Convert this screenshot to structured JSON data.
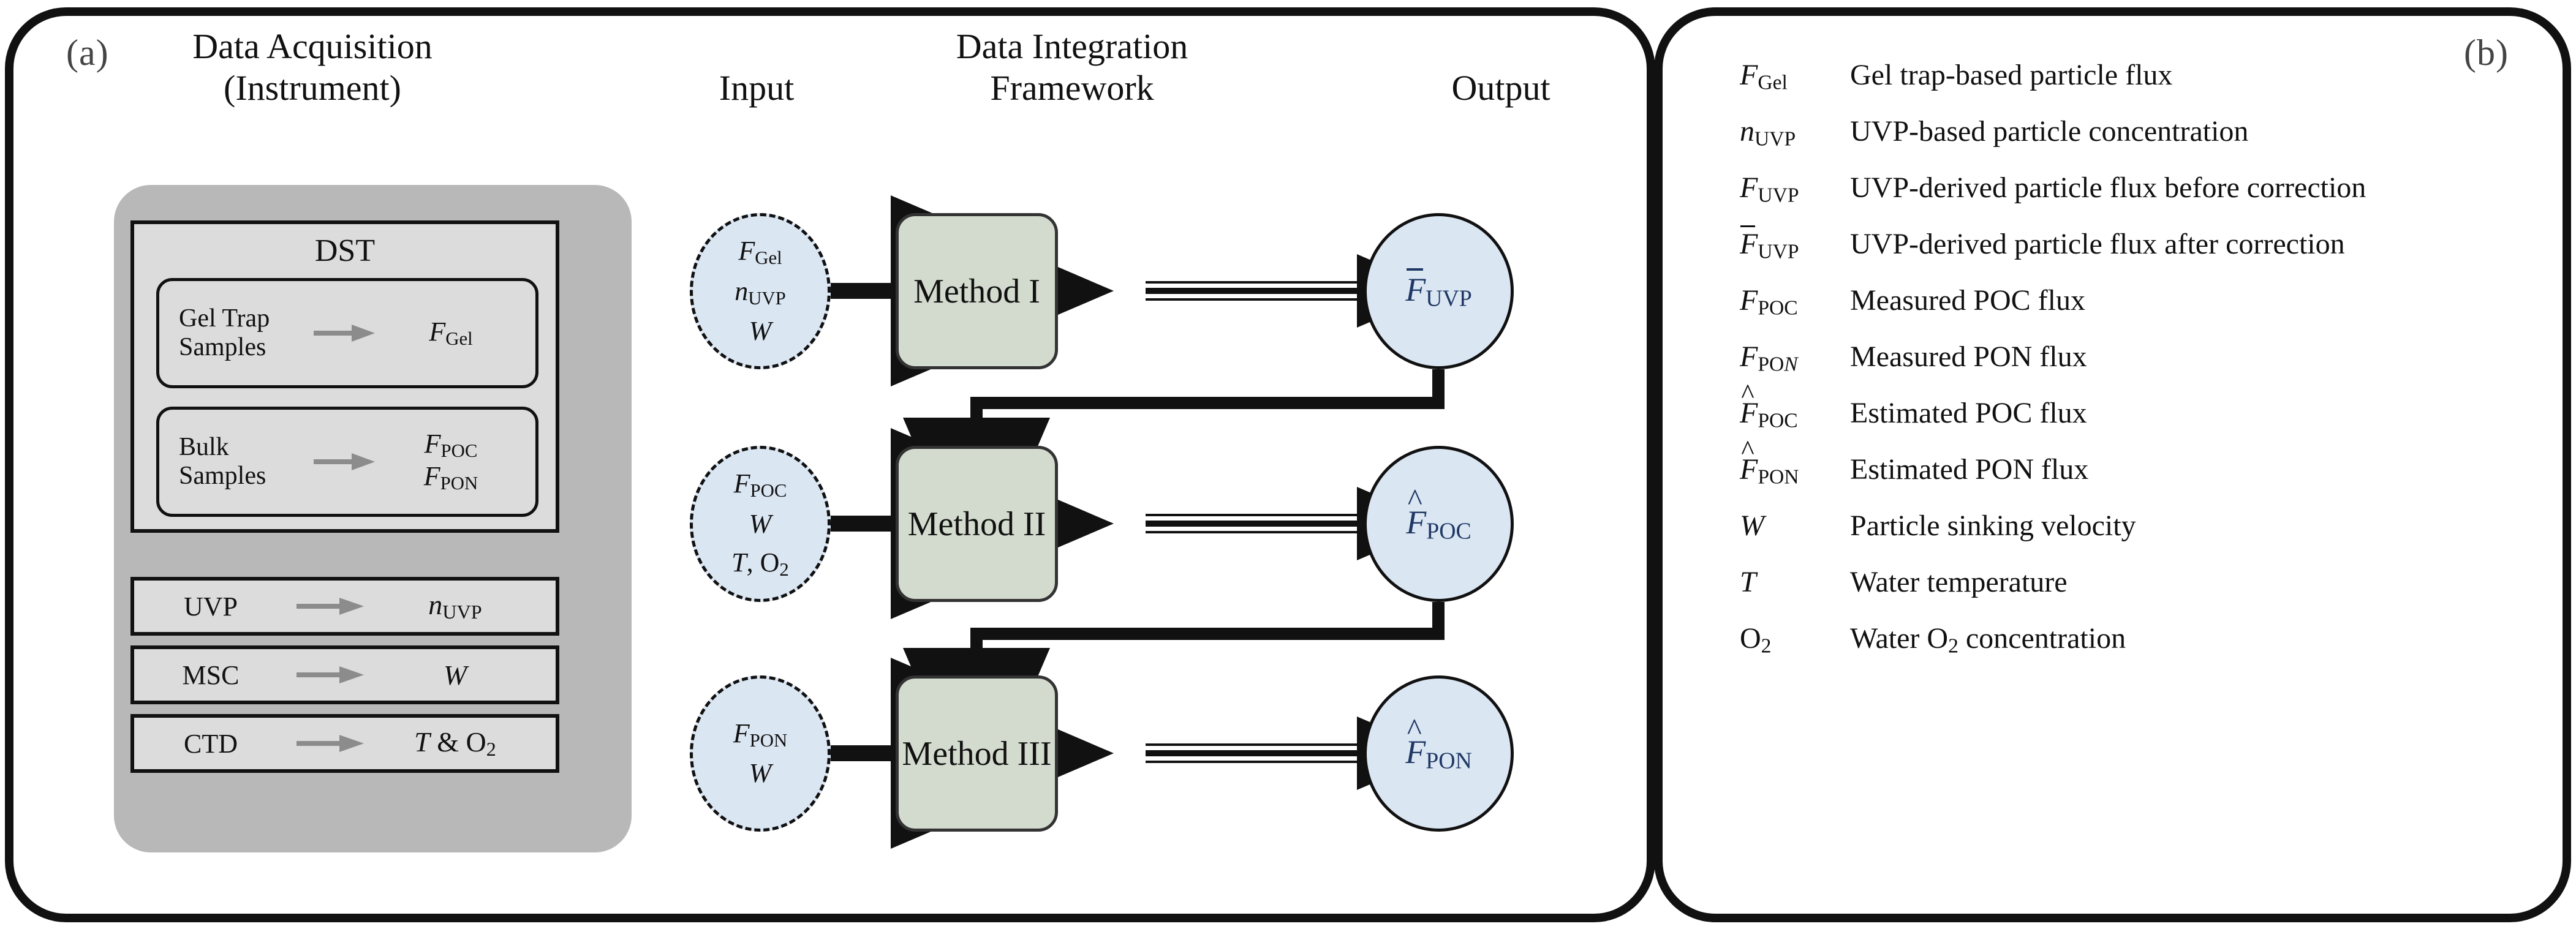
{
  "panels": {
    "a_letter": "(a)",
    "b_letter": "(b)"
  },
  "headings": {
    "acquisition_line1": "Data Acquisition",
    "acquisition_line2": "(Instrument)",
    "input": "Input",
    "framework_line1": "Data Integration",
    "framework_line2": "Framework",
    "output": "Output"
  },
  "dst": {
    "title": "DST",
    "sample_rows": [
      {
        "label_line1": "Gel Trap",
        "label_line2": "Samples",
        "out_line1": "F_Gel",
        "out_line2": ""
      },
      {
        "label_line1": "Bulk",
        "label_line2": "Samples",
        "out_line1": "F_POC",
        "out_line2": "F_PON"
      }
    ],
    "instrument_rows": [
      {
        "name": "UVP",
        "out": "n_UVP"
      },
      {
        "name": "MSC",
        "out": "W"
      },
      {
        "name": "CTD",
        "out": "T & O_2"
      }
    ]
  },
  "flow": {
    "rows": [
      {
        "input_items": [
          "F_Gel",
          "n_UVP",
          "W"
        ],
        "method": "Method I",
        "output": "F_UVP_bar"
      },
      {
        "input_items": [
          "F_POC",
          "W",
          "T, O_2"
        ],
        "method": "Method II",
        "output": "F_POC_hat"
      },
      {
        "input_items": [
          "F_PON",
          "W"
        ],
        "method": "Method III",
        "output": "F_PON_hat"
      }
    ]
  },
  "legend": {
    "entries": [
      {
        "symbol": "F_Gel",
        "description": "Gel trap-based particle flux"
      },
      {
        "symbol": "n_UVP",
        "description": "UVP-based particle concentration"
      },
      {
        "symbol": "F_UVP",
        "description": "UVP-derived particle flux before correction"
      },
      {
        "symbol": "F_UVP_bar",
        "description": "UVP-derived particle flux after correction"
      },
      {
        "symbol": "F_POC",
        "description": "Measured POC flux"
      },
      {
        "symbol": "F_PON",
        "description": "Measured PON flux"
      },
      {
        "symbol": "F_POC_hat",
        "description": "Estimated POC flux"
      },
      {
        "symbol": "F_PON_hat",
        "description": "Estimated PON flux"
      },
      {
        "symbol": "W",
        "description": "Particle sinking velocity"
      },
      {
        "symbol": "T",
        "description": "Water temperature"
      },
      {
        "symbol": "O_2",
        "description": "Water O2 concentration"
      }
    ]
  },
  "colors": {
    "frame_border": "#111111",
    "panel_gray": "#b8b8b8",
    "box_gray": "#dcdcdc",
    "method_green": "#d3dbce",
    "circle_blue": "#dbe6f3",
    "output_text_navy": "#1f3864"
  }
}
